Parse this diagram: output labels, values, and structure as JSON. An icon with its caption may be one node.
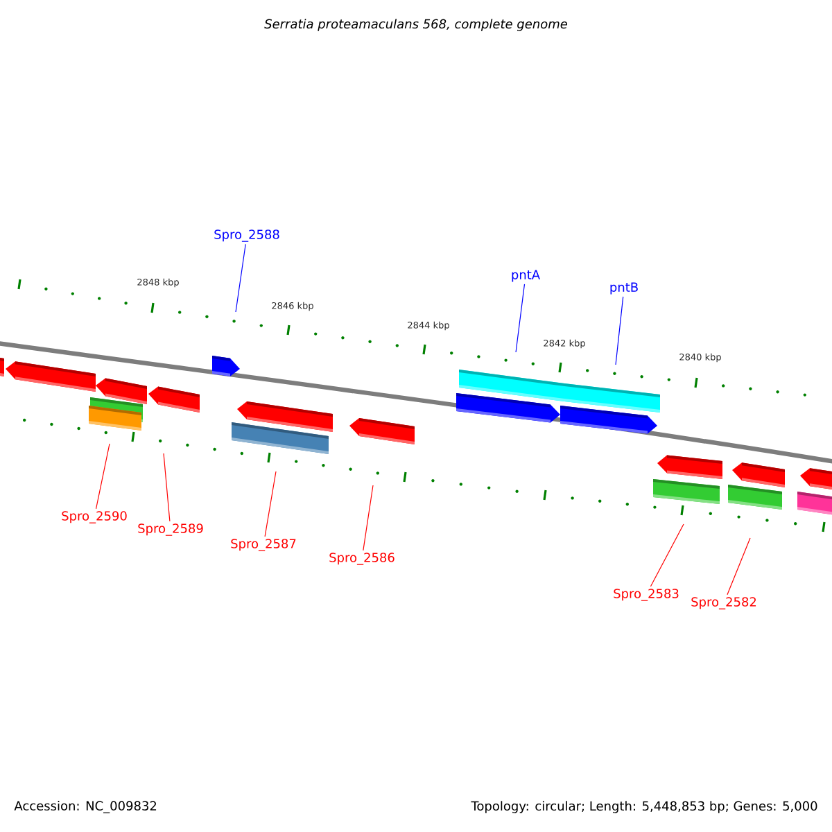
{
  "diagram": {
    "title": "Serratia proteamaculans 568, complete genome",
    "nodes": [
      {
        "text": [
          "Spro_2588"
        ]
      },
      {
        "text": [
          "pntA"
        ]
      },
      {
        "text": [
          "pntB"
        ]
      },
      {
        "text": [
          "Spro_2590"
        ]
      },
      {
        "text": [
          "Spro_2589"
        ]
      },
      {
        "text": [
          "Spro_2587"
        ]
      },
      {
        "text": [
          "Spro_2586"
        ]
      },
      {
        "text": [
          "Spro_2583"
        ]
      },
      {
        "text": [
          "Spro_2582"
        ]
      }
    ],
    "edges": [
      {
        "from": 0,
        "to": null,
        "arrow": "none",
        "color": "#0000ff"
      },
      {
        "from": 1,
        "to": null,
        "arrow": "none",
        "color": "#0000ff"
      },
      {
        "from": 2,
        "to": null,
        "arrow": "none",
        "color": "#0000ff"
      },
      {
        "from": 3,
        "to": null,
        "arrow": "none"
      },
      {
        "from": 4,
        "to": null,
        "arrow": "none"
      },
      {
        "from": 5,
        "to": null,
        "arrow": "none"
      },
      {
        "from": 6,
        "to": null,
        "arrow": "none"
      },
      {
        "from": 7,
        "to": null,
        "arrow": "none"
      },
      {
        "from": 8,
        "to": null,
        "arrow": "none"
      }
    ],
    "labels": [
      "2848 kbp",
      "2846 kbp",
      "2844 kbp",
      "2842 kbp",
      "2840 kbp",
      "Accession: NC_009832",
      "Topology: circular; Length: 5,448,853 bp; Genes: 5,000"
    ]
  }
}
